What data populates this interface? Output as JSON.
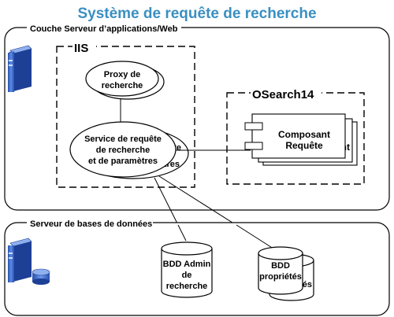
{
  "title": "Système de requête de recherche",
  "app_zone": {
    "label": "Couche Serveur d’applications/Web",
    "iis": {
      "label": "IIS",
      "proxy": {
        "line1": "Proxy de",
        "line2": "recherche"
      },
      "service": {
        "line1": "Service de requête",
        "line2": "de recherche",
        "line3": "et de paramètres",
        "ghost1": "te",
        "ghost2": "ètres"
      }
    },
    "osearch": {
      "label": "OSearch14",
      "component": {
        "line1": "Composant",
        "line2": "Requête",
        "ghost": "nt"
      }
    }
  },
  "db_zone": {
    "label": "Serveur de bases de données",
    "admin_db": {
      "line1": "BDD Admin",
      "line2": "de",
      "line3": "recherche"
    },
    "props_db": {
      "line1": "BDD",
      "line2": "propriétés",
      "ghost": "tés"
    }
  },
  "colors": {
    "title": "#3a8fc2",
    "server_blue": "#3f6fd1",
    "server_dark": "#1d3f95"
  },
  "icons": [
    "server-icon",
    "database-server-icon",
    "component-icon",
    "database-icon"
  ]
}
